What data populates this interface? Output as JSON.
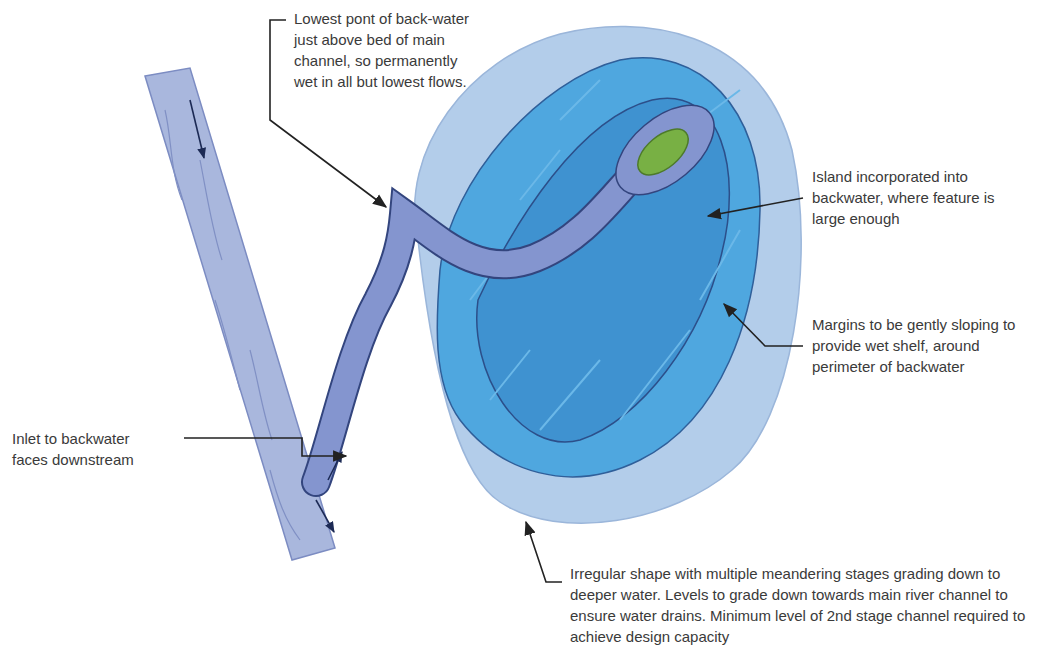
{
  "diagram": {
    "labels": [
      "Lowest pont of back-water just above bed of main channel, so permanently wet in all but lowest flows.",
      "Island incorporated into backwater, where feature is large enough",
      "Margins to be gently sloping to provide wet shelf, around perimeter of backwater",
      "Inlet to backwater faces downstream",
      "Irregular shape with multiple meandering stages grading down to deeper water. Levels to grade down towards main river channel to ensure water drains. Minimum level of 2nd stage channel required to achieve design capacity"
    ]
  }
}
